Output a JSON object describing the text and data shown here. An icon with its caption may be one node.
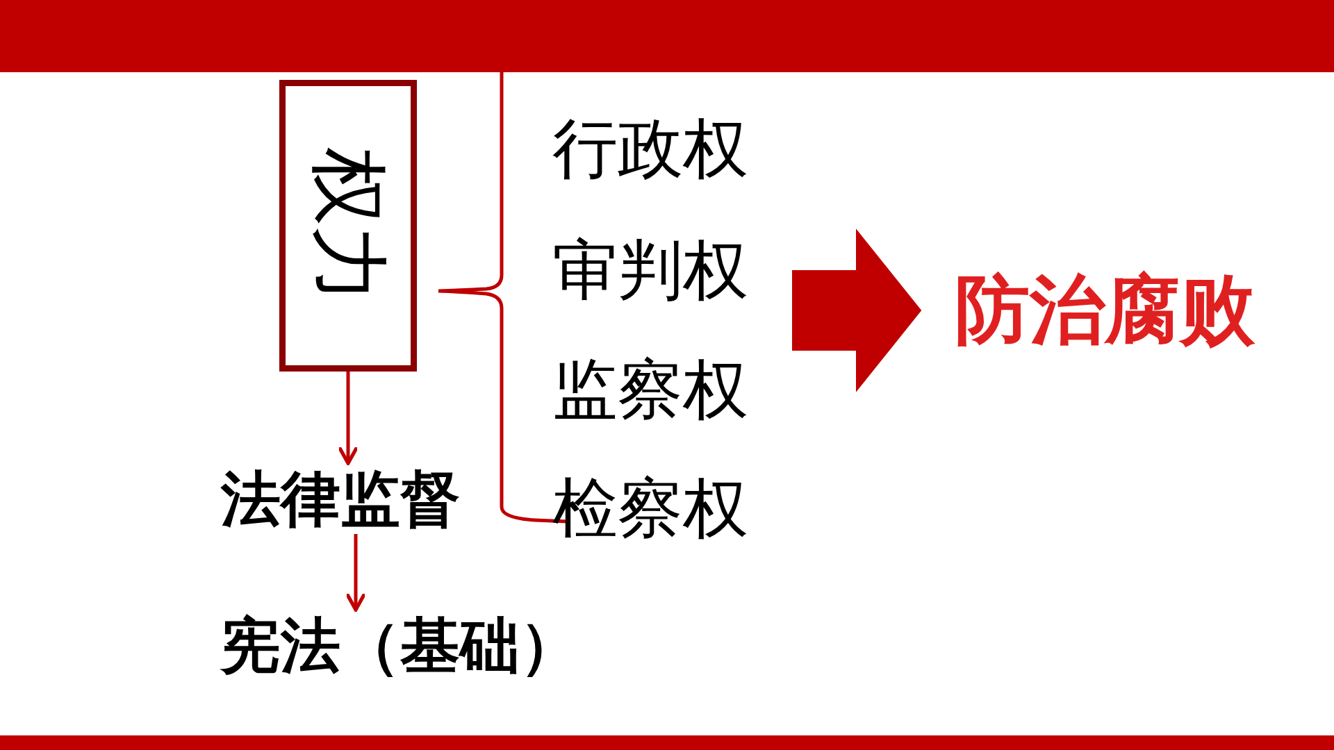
{
  "diagram": {
    "nodes": [
      {
        "text": [
          "权力"
        ]
      },
      {
        "text": [
          "行政权"
        ]
      },
      {
        "text": [
          "审判权"
        ]
      },
      {
        "text": [
          "监察权"
        ]
      },
      {
        "text": [
          "检察权"
        ]
      },
      {
        "text": [
          "防治腐败"
        ]
      },
      {
        "text": [
          "法律监督"
        ]
      },
      {
        "text": [
          "宪法（基础）"
        ]
      }
    ],
    "edges": [
      {
        "from": 0,
        "to": 6,
        "arrow": "to"
      },
      {
        "from": 6,
        "to": 7,
        "arrow": "to"
      },
      {
        "from": null,
        "to": 5,
        "arrow": "to",
        "style": "thick"
      }
    ]
  }
}
